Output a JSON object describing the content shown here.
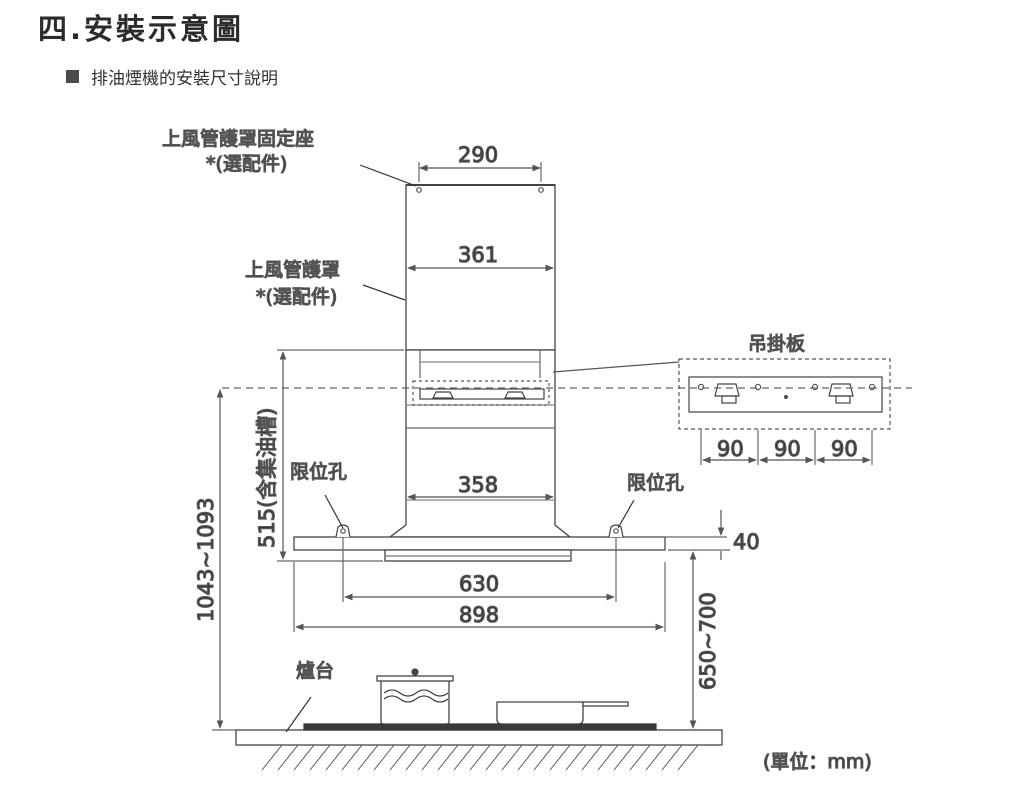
{
  "header": {
    "title": "四.安裝示意圖",
    "subtitle": "排油煙機的安裝尺寸說明"
  },
  "labels": {
    "upper_bracket": "上風管護罩固定座",
    "upper_bracket_note": "*(選配件)",
    "upper_cover": "上風管護罩",
    "upper_cover_note": "*(選配件)",
    "hanging_plate": "吊掛板",
    "limit_hole_left": "限位孔",
    "limit_hole_right": "限位孔",
    "stove": "爐台",
    "unit": "(單位：mm)"
  },
  "dimensions": {
    "top_width": "290",
    "cover_width": "361",
    "body_width": "358",
    "hole_spacing": "630",
    "hood_width": "898",
    "plate_spacing_1": "90",
    "plate_spacing_2": "90",
    "plate_spacing_3": "90",
    "hole_offset": "40",
    "total_height": "1043~1093",
    "body_height": "515(含集油槽)",
    "stove_height": "650~700"
  }
}
